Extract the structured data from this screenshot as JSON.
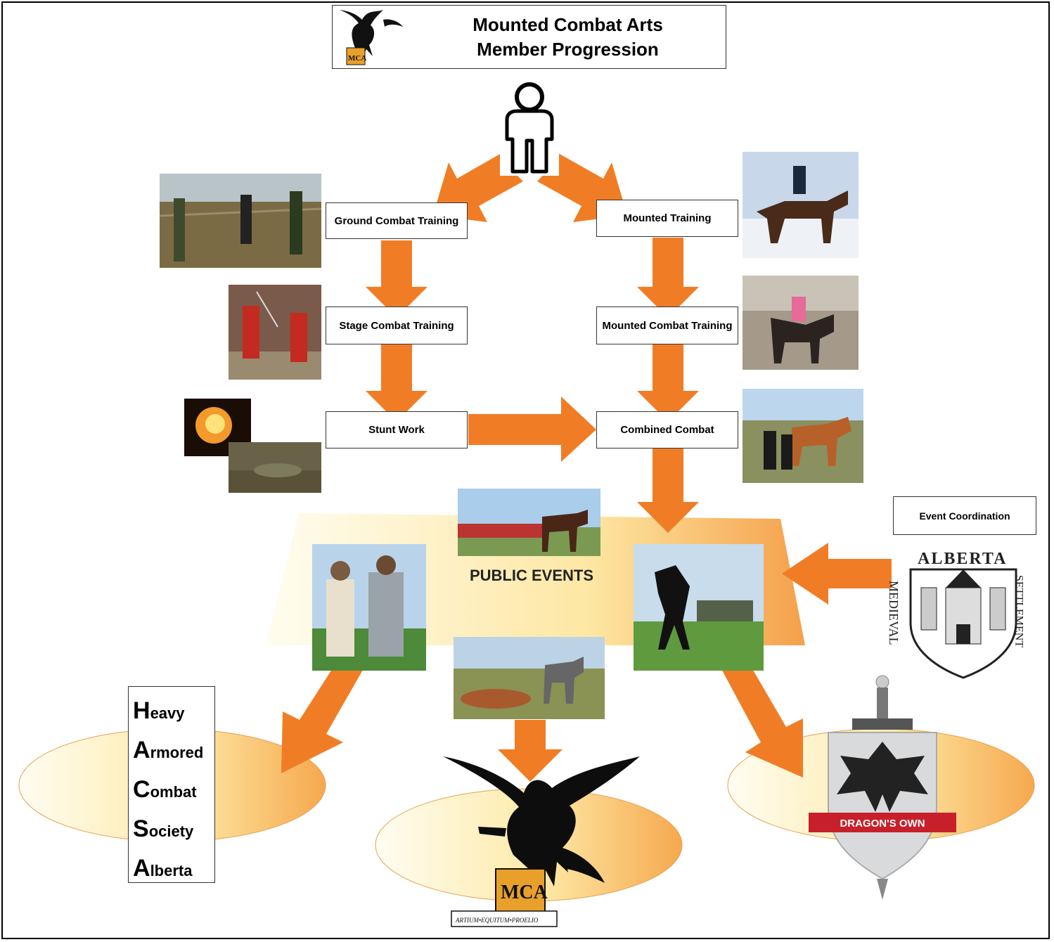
{
  "title": {
    "line1": "Mounted Combat Arts",
    "line2": "Member Progression"
  },
  "nodes": {
    "ground_combat": "Ground Combat Training",
    "stage_combat": "Stage Combat Training",
    "stunt_work": "Stunt Work",
    "mounted_training": "Mounted Training",
    "mounted_combat": "Mounted Combat Training",
    "combined_combat": "Combined Combat",
    "event_coordination": "Event Coordination"
  },
  "public_events": "PUBLIC EVENTS",
  "hacsa": [
    {
      "initial": "H",
      "rest": "eavy"
    },
    {
      "initial": "A",
      "rest": "rmored"
    },
    {
      "initial": "C",
      "rest": "ombat"
    },
    {
      "initial": "S",
      "rest": "ociety"
    },
    {
      "initial": "A",
      "rest": "lberta"
    }
  ],
  "logos": {
    "mca_letters": "MCA",
    "mca_motto": "ARTIUM•EQUITUM•PROELIO",
    "alberta_title": "ALBERTA",
    "alberta_left": "MEDIEVAL",
    "alberta_right": "SETTLEMENT",
    "dragons_own": "DRAGON'S OWN"
  },
  "colors": {
    "arrow": "#f07d25",
    "ellipse": "#fbd08a"
  }
}
